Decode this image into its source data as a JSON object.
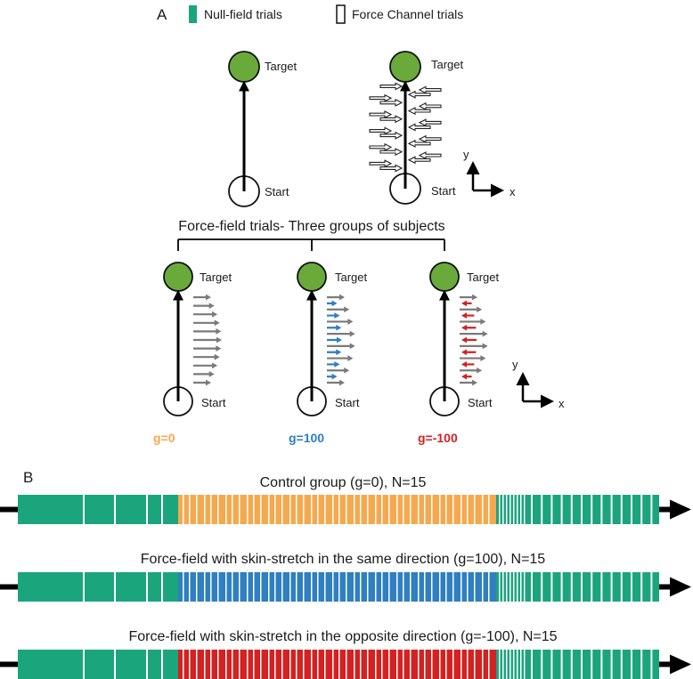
{
  "panel_a_label": "A",
  "panel_b_label": "B",
  "legend": {
    "null_field": {
      "label": "Null-field trials",
      "color": "#1aa57d"
    },
    "force_channel": {
      "label": "Force Channel trials"
    }
  },
  "target_label": "Target",
  "start_label": "Start",
  "axis_x": "x",
  "axis_y": "y",
  "forcefield_title": "Force-field trials- Three groups of subjects",
  "groups": [
    {
      "gain": "g=0",
      "color": "#f5a94e",
      "pattern": [
        "gray",
        "gray",
        "gray",
        "gray",
        "gray",
        "gray",
        "gray",
        "gray",
        "gray",
        "gray",
        "gray"
      ]
    },
    {
      "gain": "g=100",
      "color": "#2f7fc1",
      "pattern": [
        "gray",
        "blue",
        "gray",
        "blue",
        "gray",
        "blue",
        "gray",
        "blue",
        "gray",
        "blue",
        "gray",
        "blue",
        "gray",
        "blue",
        "gray"
      ]
    },
    {
      "gain": "g=-100",
      "color": "#d42121",
      "pattern": [
        "gray",
        "red",
        "gray",
        "red",
        "gray",
        "red",
        "gray",
        "red",
        "gray",
        "red",
        "gray",
        "red",
        "gray",
        "red",
        "gray"
      ]
    }
  ],
  "protocol": [
    {
      "title": "Control group (g=0), N=15",
      "color": "#f5a94e"
    },
    {
      "title": "Force-field with skin-stretch in the same direction (g=100), N=15",
      "color": "#2f7fc1"
    },
    {
      "title": "Force-field with skin-stretch in the opposite direction (g=-100), N=15",
      "color": "#d42121"
    }
  ],
  "colors": {
    "null_green": "#1aa57d",
    "target_green": "#6aaa3a",
    "gray_arrow": "#7a7a7a",
    "blue_arrow": "#2f7fc1",
    "red_arrow": "#d42121"
  }
}
